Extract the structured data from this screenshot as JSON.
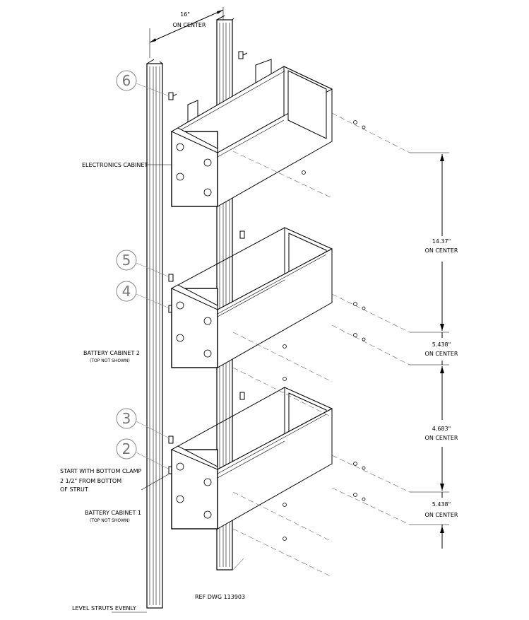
{
  "strut_spacing": {
    "value": "16\"",
    "note": "ON CENTER"
  },
  "step_numbers": [
    "6",
    "5",
    "4",
    "3",
    "2"
  ],
  "labels": {
    "electronics_cabinet": "ELECTRONICS CABINET",
    "battery_cabinet_2": "BATTERY CABINET 2",
    "battery_cabinet_2_note": "(TOP NOT SHOWN)",
    "battery_cabinet_1": "BATTERY CABINET 1",
    "battery_cabinet_1_note": "(TOP NOT SHOWN)",
    "bottom_clamp_line1": "START WITH BOTTOM CLAMP",
    "bottom_clamp_line2": "2 1/2\" FROM BOTTOM",
    "bottom_clamp_line3": "OF STRUT",
    "level_struts": "LEVEL STRUTS EVENLY",
    "ref_dwg": "REF DWG 113903"
  },
  "dimensions": [
    {
      "value": "14.37\"",
      "note": "ON CENTER"
    },
    {
      "value": "5.438\"",
      "note": "ON CENTER"
    },
    {
      "value": "4.683\"",
      "note": "ON CENTER"
    },
    {
      "value": "5.438\"",
      "note": "ON CENTER"
    }
  ]
}
